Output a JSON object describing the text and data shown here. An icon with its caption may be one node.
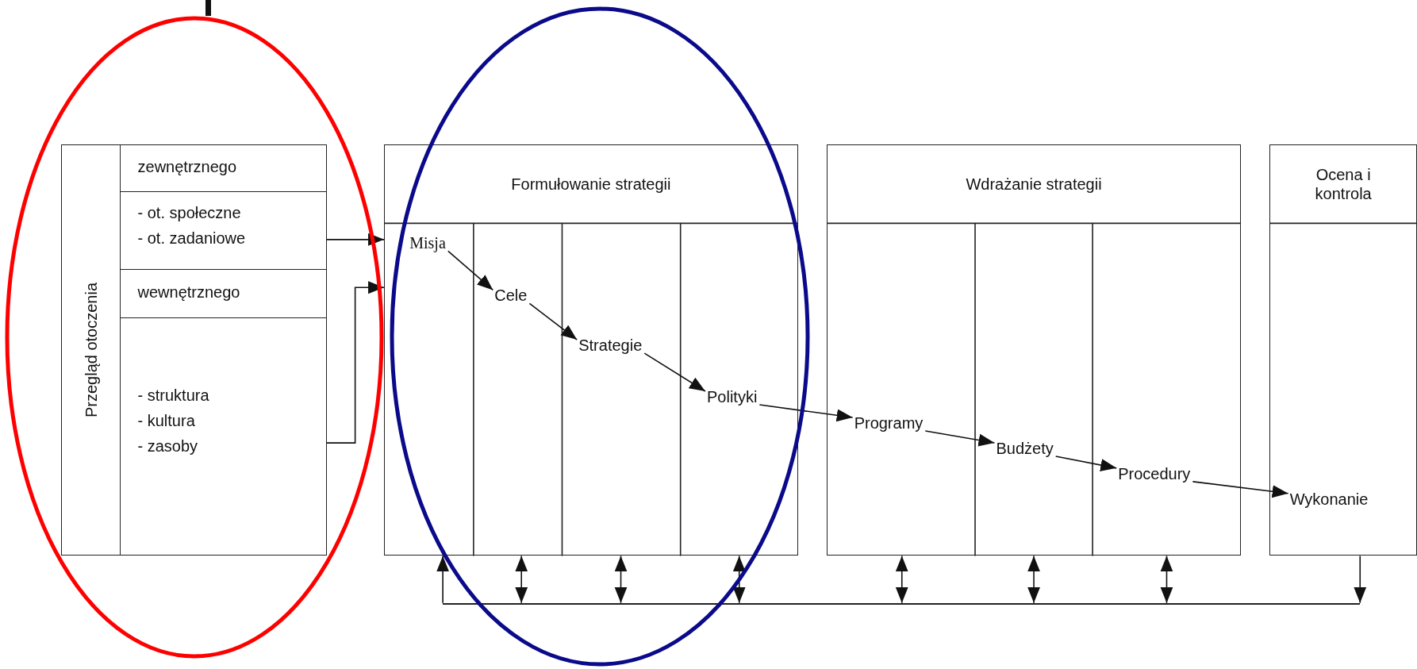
{
  "diagram": {
    "nodes": [
      {
        "text": [
          "Przegląd otoczenia"
        ]
      },
      {
        "text": [
          "zewnętrznego"
        ],
        "in": 0
      },
      {
        "text": [
          "- ot. społeczne",
          "- ot. zadaniowe"
        ],
        "in": 0
      },
      {
        "text": [
          "wewnętrznego"
        ],
        "in": 0
      },
      {
        "text": [
          "- struktura",
          "- kultura",
          "- zasoby"
        ],
        "in": 0
      },
      {
        "text": [
          "Formułowanie strategii"
        ]
      },
      {
        "text": [
          "Misja"
        ],
        "in": 5
      },
      {
        "text": [
          "Cele"
        ],
        "in": 5
      },
      {
        "text": [
          "Strategie"
        ],
        "in": 5
      },
      {
        "text": [
          "Polityki"
        ],
        "in": 5
      },
      {
        "text": [
          "Wdrażanie strategii"
        ]
      },
      {
        "text": [
          "Programy"
        ],
        "in": 10
      },
      {
        "text": [
          "Budżety"
        ],
        "in": 10
      },
      {
        "text": [
          "Procedury"
        ],
        "in": 10
      },
      {
        "text": [
          "Ocena i kontrola"
        ]
      },
      {
        "text": [
          "Wykonanie"
        ],
        "in": 14
      },
      {
        "text": [],
        "shape": "bar"
      }
    ],
    "edges": [
      {
        "from": 2,
        "to": 5,
        "arrow": "to"
      },
      {
        "from": 4,
        "to": 5,
        "arrow": "to"
      },
      {
        "from": 6,
        "to": 7,
        "arrow": "to"
      },
      {
        "from": 7,
        "to": 8,
        "arrow": "to"
      },
      {
        "from": 8,
        "to": 9,
        "arrow": "to"
      },
      {
        "from": 9,
        "to": 11,
        "arrow": "to"
      },
      {
        "from": 11,
        "to": 12,
        "arrow": "to"
      },
      {
        "from": 12,
        "to": 13,
        "arrow": "to"
      },
      {
        "from": 13,
        "to": 15,
        "arrow": "to"
      },
      {
        "from": 16,
        "to": 5,
        "arrow": "to"
      },
      {
        "from": 5,
        "to": 16,
        "arrow": "both"
      },
      {
        "from": 5,
        "to": 16,
        "arrow": "both"
      },
      {
        "from": 5,
        "to": 16,
        "arrow": "both"
      },
      {
        "from": 10,
        "to": 16,
        "arrow": "both"
      },
      {
        "from": 10,
        "to": 16,
        "arrow": "both"
      },
      {
        "from": 10,
        "to": 16,
        "arrow": "both"
      },
      {
        "from": 14,
        "to": 16,
        "arrow": "to"
      }
    ]
  }
}
